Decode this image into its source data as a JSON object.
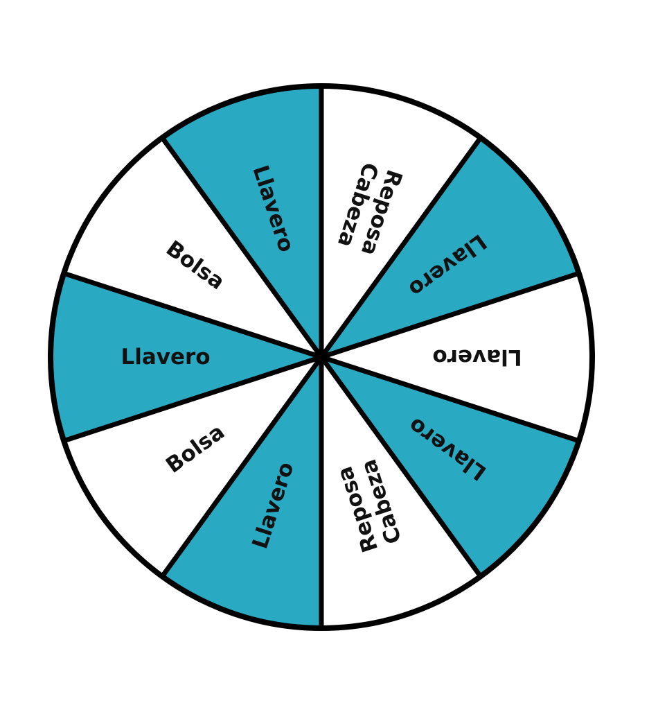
{
  "wheel": {
    "colors": {
      "teal": "#2aa9c3",
      "white": "#ffffff",
      "outline": "#000000"
    },
    "segments": [
      {
        "lines": [
          "Reposa",
          "Cabeza"
        ],
        "color": "white"
      },
      {
        "lines": [
          "Llavero"
        ],
        "color": "teal"
      },
      {
        "lines": [
          "Llavero"
        ],
        "color": "white"
      },
      {
        "lines": [
          "Llavero"
        ],
        "color": "teal"
      },
      {
        "lines": [
          "Reposa",
          "Cabeza"
        ],
        "color": "white"
      },
      {
        "lines": [
          "Llavero"
        ],
        "color": "teal"
      },
      {
        "lines": [
          "Bolsa"
        ],
        "color": "white"
      },
      {
        "lines": [
          "Llavero"
        ],
        "color": "teal"
      },
      {
        "lines": [
          "Bolsa"
        ],
        "color": "white"
      },
      {
        "lines": [
          "Llavero"
        ],
        "color": "teal"
      }
    ]
  }
}
